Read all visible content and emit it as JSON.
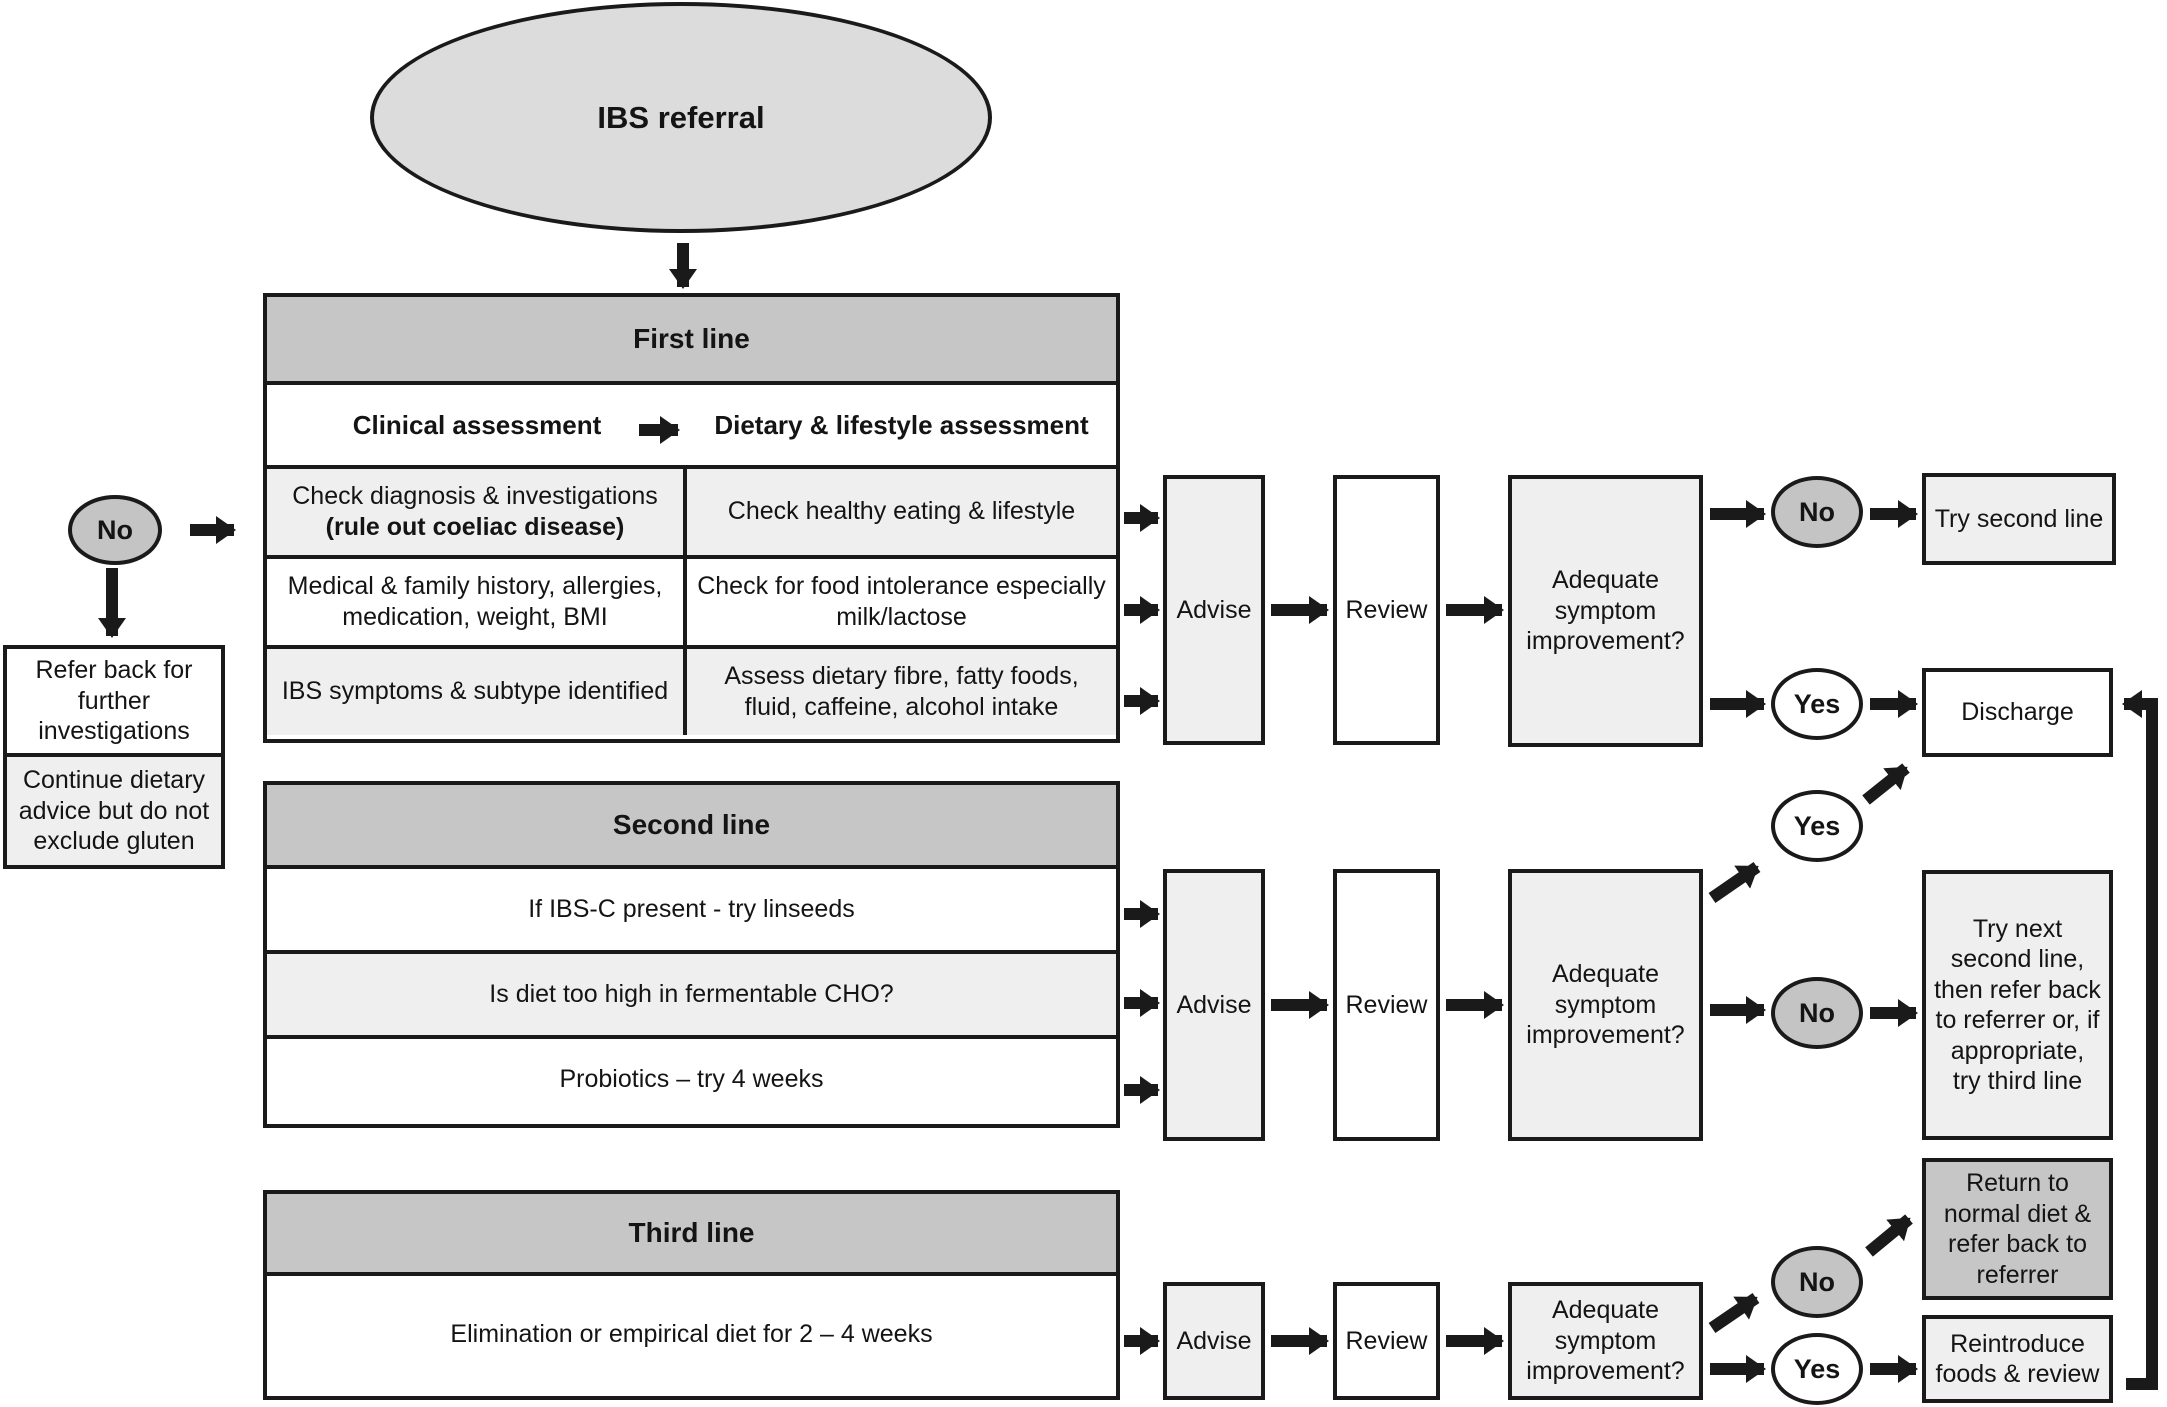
{
  "colors": {
    "border": "#1a1a1a",
    "section_header_gray": "#c6c6c6",
    "light_gray_cell": "#efefef",
    "start_ellipse_gray": "#dcdcdc",
    "decision_no_gray": "#c4c4c4",
    "white": "#ffffff"
  },
  "labels": {
    "yes": "Yes",
    "no": "No"
  },
  "start": {
    "label": "IBS referral"
  },
  "left_branch": {
    "refer_back": "Refer back for further investigations",
    "continue_advice": "Continue dietary advice but do not exclude gluten"
  },
  "pipeline": {
    "advise": "Advise",
    "review": "Review",
    "adequate": "Adequate symptom improvement?"
  },
  "first_line": {
    "title": "First line",
    "clinical_header": "Clinical assessment",
    "dietary_header": "Dietary & lifestyle assessment",
    "clinical_rows": [
      "Check diagnosis & investigations",
      "Medical & family history, allergies, medication, weight, BMI",
      "IBS symptoms & subtype identified"
    ],
    "coeliac_note": "(rule out coeliac disease)",
    "dietary_rows": [
      "Check healthy eating & lifestyle",
      "Check for food intolerance especially milk/lactose",
      "Assess dietary fibre, fatty foods, fluid, caffeine, alcohol intake"
    ],
    "no_outcome": "Try second line",
    "yes_outcome": "Discharge"
  },
  "second_line": {
    "title": "Second line",
    "rows": [
      "If IBS-C present - try linseeds",
      "Is diet too high in fermentable CHO?",
      "Probiotics – try 4 weeks"
    ],
    "no_outcome": "Try next second line, then refer back to referrer or, if appropriate, try third line"
  },
  "third_line": {
    "title": "Third line",
    "rows": [
      "Elimination or empirical diet for 2 – 4 weeks"
    ],
    "no_outcome": "Return to normal diet & refer back to referrer",
    "yes_outcome": "Reintroduce foods & review"
  }
}
